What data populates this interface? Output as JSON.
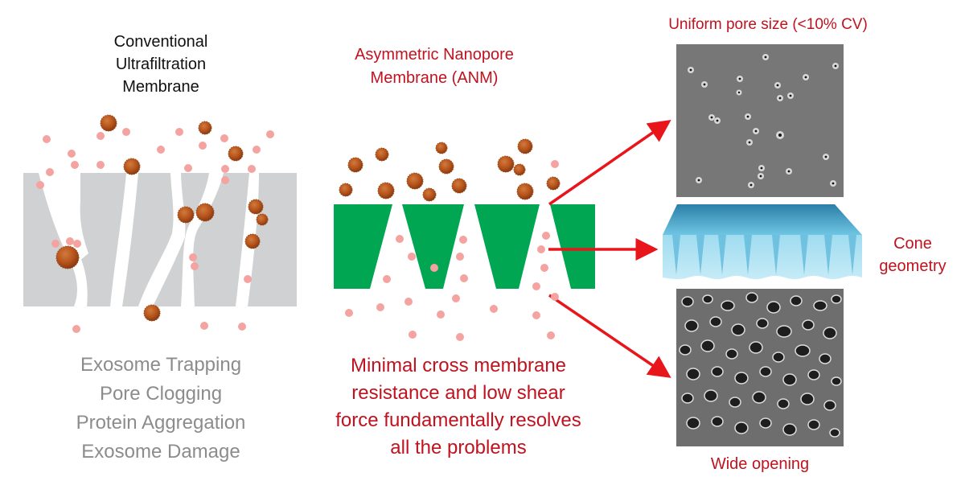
{
  "left_panel": {
    "title_lines": [
      "Conventional",
      "Ultrafiltration",
      "Membrane"
    ],
    "problems": [
      "Exosome Trapping",
      "Pore Clogging",
      "Protein Aggregation",
      "Exosome Damage"
    ]
  },
  "center_panel": {
    "title_lines": [
      "Asymmetric Nanopore",
      "Membrane (ANM)"
    ],
    "summary_lines": [
      "Minimal cross membrane",
      "resistance and low shear",
      "force fundamentally resolves",
      "all the problems"
    ]
  },
  "right_panel": {
    "top_label": "Uniform pore size (<10% CV)",
    "middle_label_lines": [
      "Cone",
      "geometry"
    ],
    "bottom_label": "Wide opening"
  },
  "legend_semantics": {
    "large_particle": "exosome",
    "small_particle": "protein"
  },
  "colors": {
    "accent_red": "#c0121f",
    "arrow_red": "#e8161b",
    "membrane_green": "#00a651",
    "membrane_gray": "#cfd1d3",
    "exosome_brown": "#b5541c",
    "protein_pink": "#f4a3a0",
    "problem_text_gray": "#8c8c8c"
  }
}
